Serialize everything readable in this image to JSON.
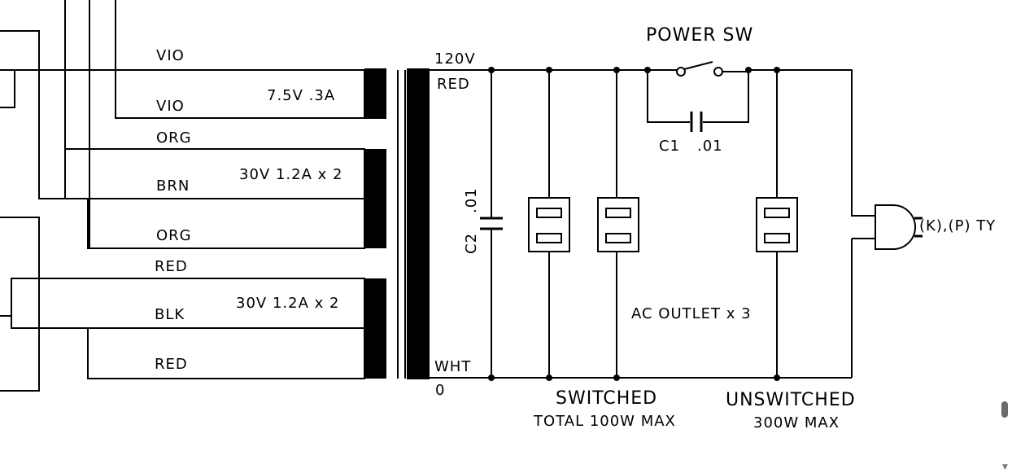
{
  "labels": {
    "vio_top": "VIO",
    "vio_bottom": "VIO",
    "org_1": "ORG",
    "brn": "BRN",
    "org_2": "ORG",
    "red_1": "RED",
    "blk": "BLK",
    "red_2": "RED",
    "winding_1": "7.5V  .3A",
    "winding_2": "30V 1.2A x 2",
    "winding_3": "30V 1.2A x 2",
    "v120": "120V",
    "prim_red": "RED",
    "prim_wht": "WHT",
    "zero": "0",
    "c2_name": "C2",
    "c2_value": ".01",
    "c1_name": "C1",
    "c1_value": ".01",
    "power_sw": "POWER SW",
    "ac_outlet": "AC OUTLET x 3",
    "switched": "SWITCHED",
    "switched_max": "TOTAL 100W MAX",
    "unswitched": "UNSWITCHED",
    "unswitched_max": "300W MAX",
    "plug": "(K),(P) TY"
  },
  "scrollbar": {
    "thumb_icon": "scroll-thumb",
    "arrow_icon": "chevron-down-icon"
  }
}
